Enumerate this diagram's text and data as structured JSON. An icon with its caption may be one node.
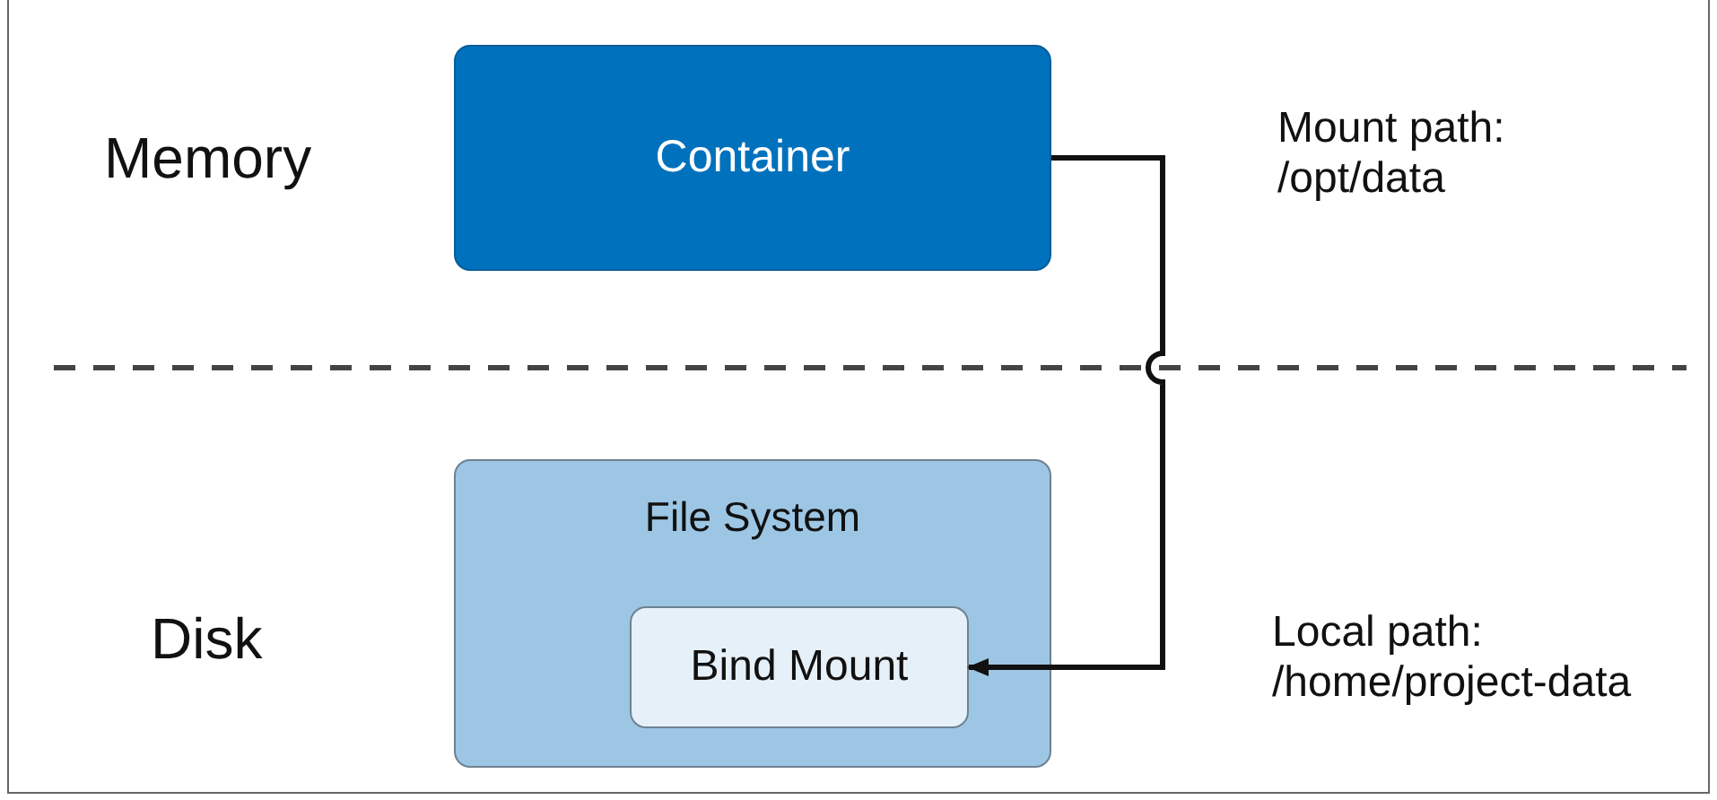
{
  "diagram": {
    "nodes": [
      {
        "text": [
          "Container"
        ]
      },
      {
        "text": [
          "File System"
        ]
      },
      {
        "text": [
          "Bind Mount"
        ],
        "in": 1
      }
    ],
    "edges": [
      {
        "from": 0,
        "to": 2,
        "arrow": "to"
      }
    ],
    "labels": [
      "Memory",
      "Mount path: /opt/data",
      "Disk",
      "Local path: /home/project-data"
    ]
  }
}
